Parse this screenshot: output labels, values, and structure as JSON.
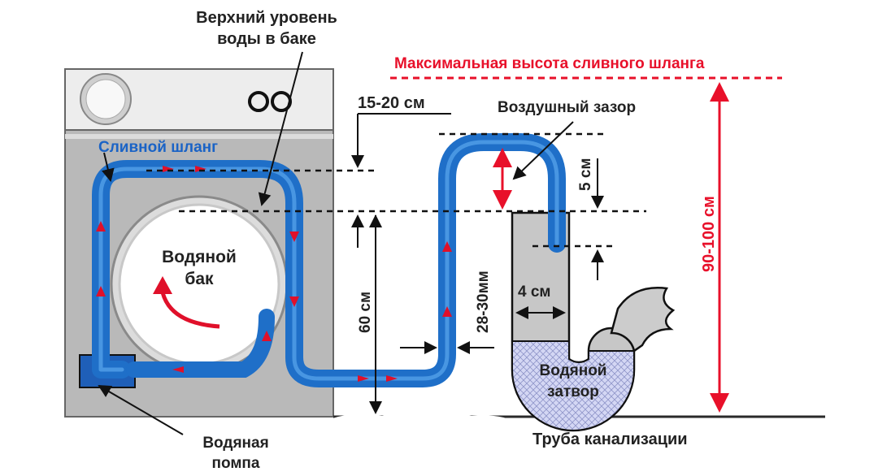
{
  "labels": {
    "top_water_level_line1": "Верхний уровень",
    "top_water_level_line2": "воды в баке",
    "max_hose_height": "Максимальная высота сливного шланга",
    "dim_15_20": "15-20 см",
    "air_gap": "Воздушный зазор",
    "drain_hose": "Сливной шланг",
    "dim_5": "5 см",
    "dim_90_100": "90-100 см",
    "tank_line1": "Водяной",
    "tank_line2": "бак",
    "dim_60": "60 см",
    "dim_28_30": "28-30мм",
    "dim_4": "4 см",
    "water_seal_line1": "Водяной",
    "water_seal_line2": "затвор",
    "pump_line1": "Водяная",
    "pump_line2": "помпа",
    "sewer_pipe": "Труба канализации"
  },
  "colors": {
    "hose": "#1f6fc8",
    "hose_highlight": "#5aa6ec",
    "flow_arrow": "#e0102a",
    "dimension_red": "#e8102a",
    "label_blue": "#1a63c6",
    "label_dark": "#222222",
    "machine_body": "#b9b9b9",
    "water_fill": "#c9cdf0"
  },
  "icons": {
    "knob": "round-knob-icon",
    "buttons": "double-ring-buttons-icon",
    "rotation": "curved-arrow-icon"
  }
}
